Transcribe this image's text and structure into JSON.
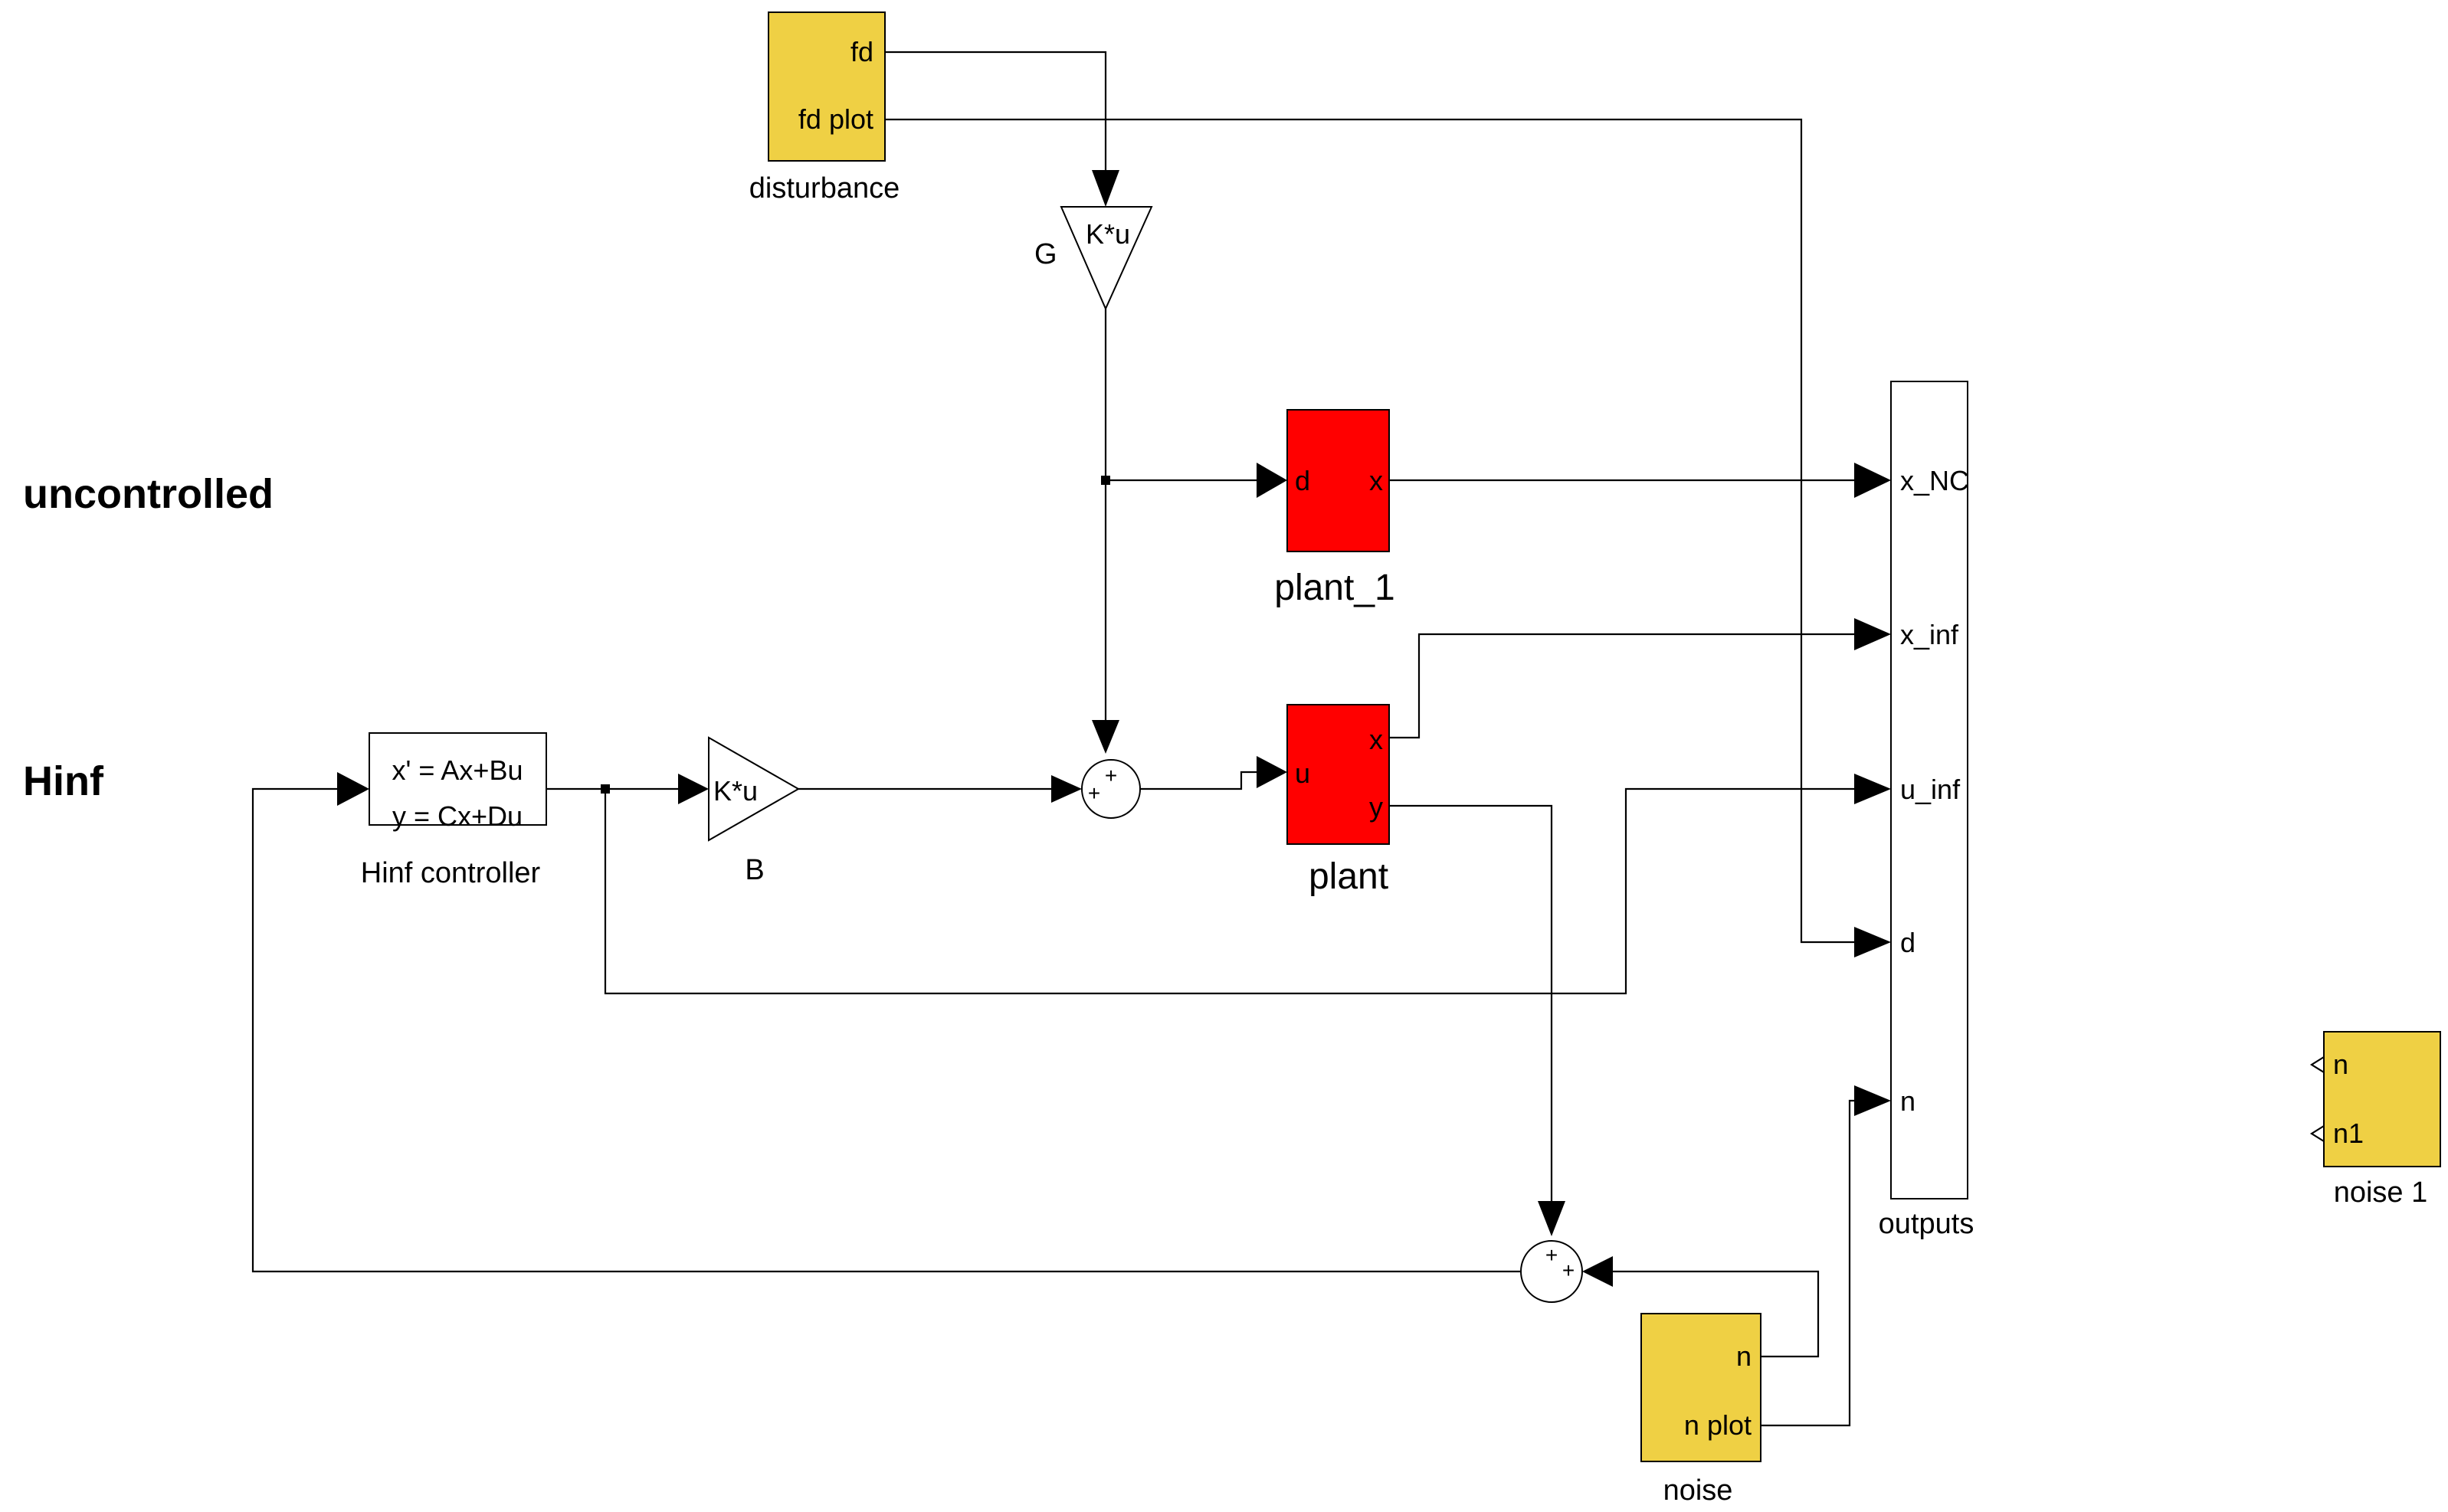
{
  "colors": {
    "source_block": "#EFD044",
    "plant_block": "#FF0000",
    "line": "#000000",
    "background": "#FFFFFF"
  },
  "annotations": {
    "uncontrolled": "uncontrolled",
    "hinf": "Hinf"
  },
  "blocks": {
    "disturbance": {
      "name": "disturbance",
      "ports": [
        "fd",
        "fd plot"
      ]
    },
    "gain_g": {
      "name": "G",
      "expr": "K*u"
    },
    "gain_b": {
      "name": "B",
      "expr": "K*u"
    },
    "plant_1": {
      "name": "plant_1",
      "in": "d",
      "out": "x"
    },
    "plant": {
      "name": "plant",
      "in": "u",
      "out_x": "x",
      "out_y": "y"
    },
    "controller": {
      "name": "Hinf controller",
      "line1": "x' = Ax+Bu",
      "line2": "y = Cx+Du"
    },
    "sum_top": {
      "signs": [
        "+",
        "+"
      ]
    },
    "sum_bottom": {
      "signs": [
        "+",
        "+"
      ]
    },
    "outputs": {
      "name": "outputs",
      "ports": [
        "x_NC",
        "x_inf",
        "u_inf",
        "d",
        "n"
      ]
    },
    "noise": {
      "name": "noise",
      "ports": [
        "n",
        "n plot"
      ]
    },
    "noise1": {
      "name": "noise 1",
      "ports": [
        "n",
        "n1"
      ]
    }
  }
}
